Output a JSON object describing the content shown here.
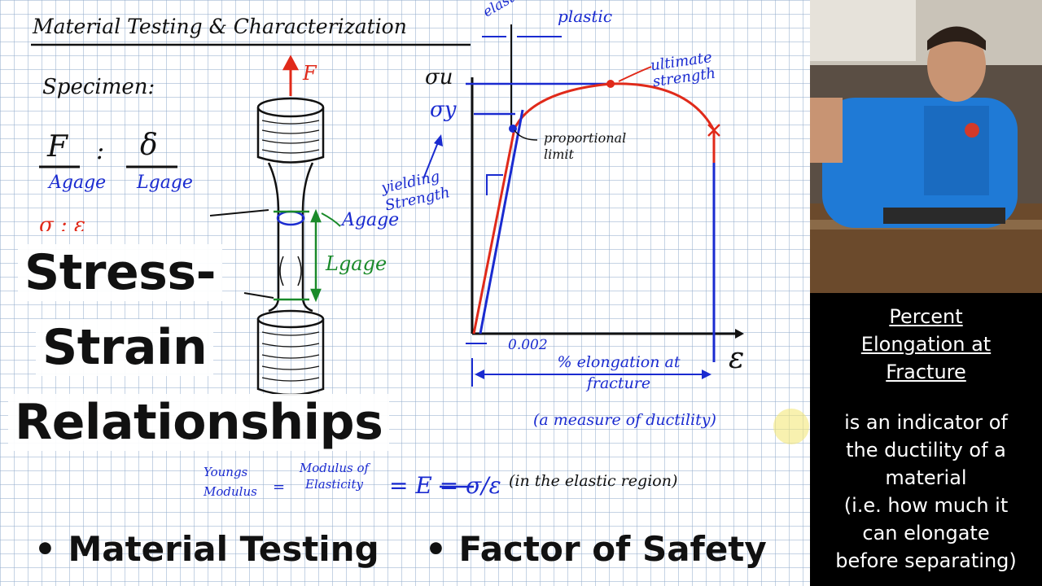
{
  "board": {
    "heading": "Material Testing & Characterization",
    "specimen_label": "Specimen:",
    "force_label": "F",
    "f_numerator": "F",
    "f_denominator": "Agage",
    "delta_numerator": "δ",
    "delta_denominator": "Lgage",
    "colon": ":",
    "area_label": "Agage",
    "length_label": "Lgage",
    "stress_partial": "σ : ε",
    "graph": {
      "elastic_label": "elastic",
      "plastic_label": "plastic",
      "sigma_u": "σu",
      "sigma_y": "σy",
      "ultimate_label": "ultimate strength",
      "proportional_label": "proportional limit",
      "yielding_label": "yielding Strength",
      "offset_label": "0.002",
      "strain_axis": "ε",
      "elongation_label": "% elongation at fracture",
      "ductility_note": "(a measure of ductility)"
    },
    "youngs": {
      "left": "Youngs Modulus",
      "equals1": "=",
      "middle": "Modulus of Elasticity",
      "formula": "= E = σ/ε",
      "note": "(in the elastic region)"
    }
  },
  "title": {
    "line1": "Stress-",
    "line2": "Strain",
    "line3": "Relationships"
  },
  "bullets": [
    {
      "text": "• Material Testing"
    },
    {
      "text": "• Factor of Safety"
    }
  ],
  "caption": {
    "heading_lines": [
      "Percent",
      "Elongation at",
      "Fracture"
    ],
    "body_lines": [
      "is an indicator of",
      "the ductility of a",
      "material",
      "(i.e. how much it",
      "can elongate",
      "before separating)"
    ]
  },
  "colors": {
    "ink_black": "#111111",
    "ink_blue": "#1a2bd0",
    "ink_red": "#e02a1a",
    "ink_green": "#1a8a2a",
    "cursor_highlight": "#f3e87a"
  }
}
